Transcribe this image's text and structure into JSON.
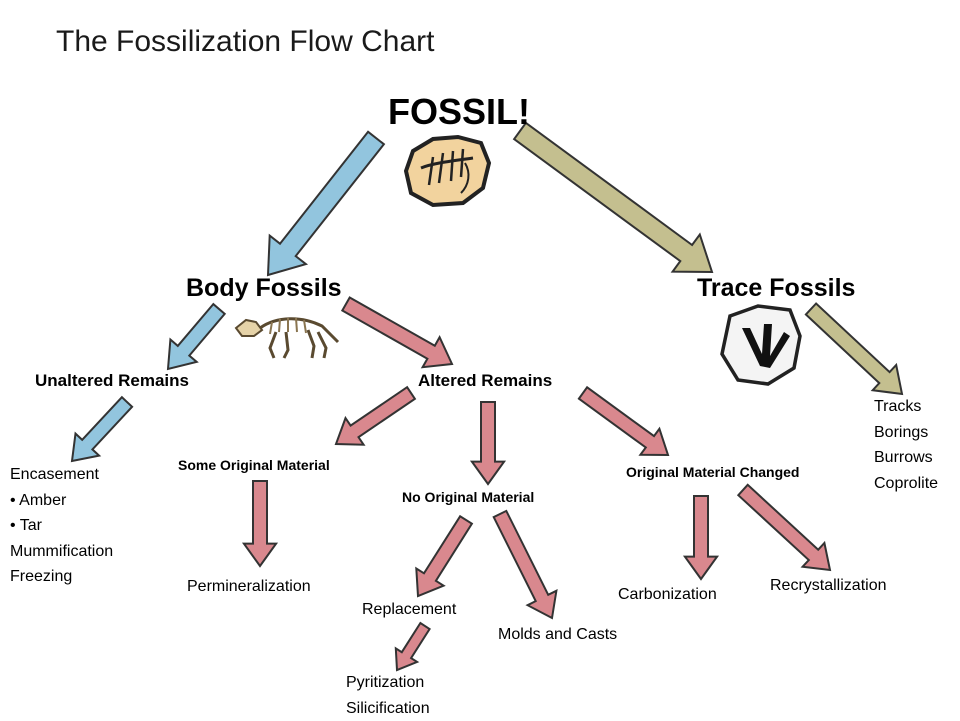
{
  "title": "The Fossilization Flow Chart",
  "root": "FOSSIL!",
  "body_fossils": "Body Fossils",
  "trace_fossils": "Trace Fossils",
  "unaltered_remains": "Unaltered Remains",
  "altered_remains": "Altered Remains",
  "unaltered_list": [
    "Encasement",
    "• Amber",
    "• Tar",
    "Mummification",
    "Freezing"
  ],
  "trace_list": [
    "Tracks",
    "Borings",
    "Burrows",
    "Coprolite"
  ],
  "some_original": "Some Original Material",
  "no_original": "No Original Material",
  "original_changed": "Original Material Changed",
  "permineralization": "Permineralization",
  "replacement": "Replacement",
  "molds_casts": "Molds and Casts",
  "replacement_list": [
    "Pyritization",
    "Silicification"
  ],
  "carbonization": "Carbonization",
  "recrystallization": "Recrystallization",
  "colors": {
    "blue_arrow": "#92c5de",
    "olive_arrow": "#c4bf8f",
    "red_arrow": "#d9888e",
    "outline": "#333333"
  },
  "icons": [
    "fossil-rock-icon",
    "dinosaur-skeleton-icon",
    "footprint-fossil-icon"
  ]
}
